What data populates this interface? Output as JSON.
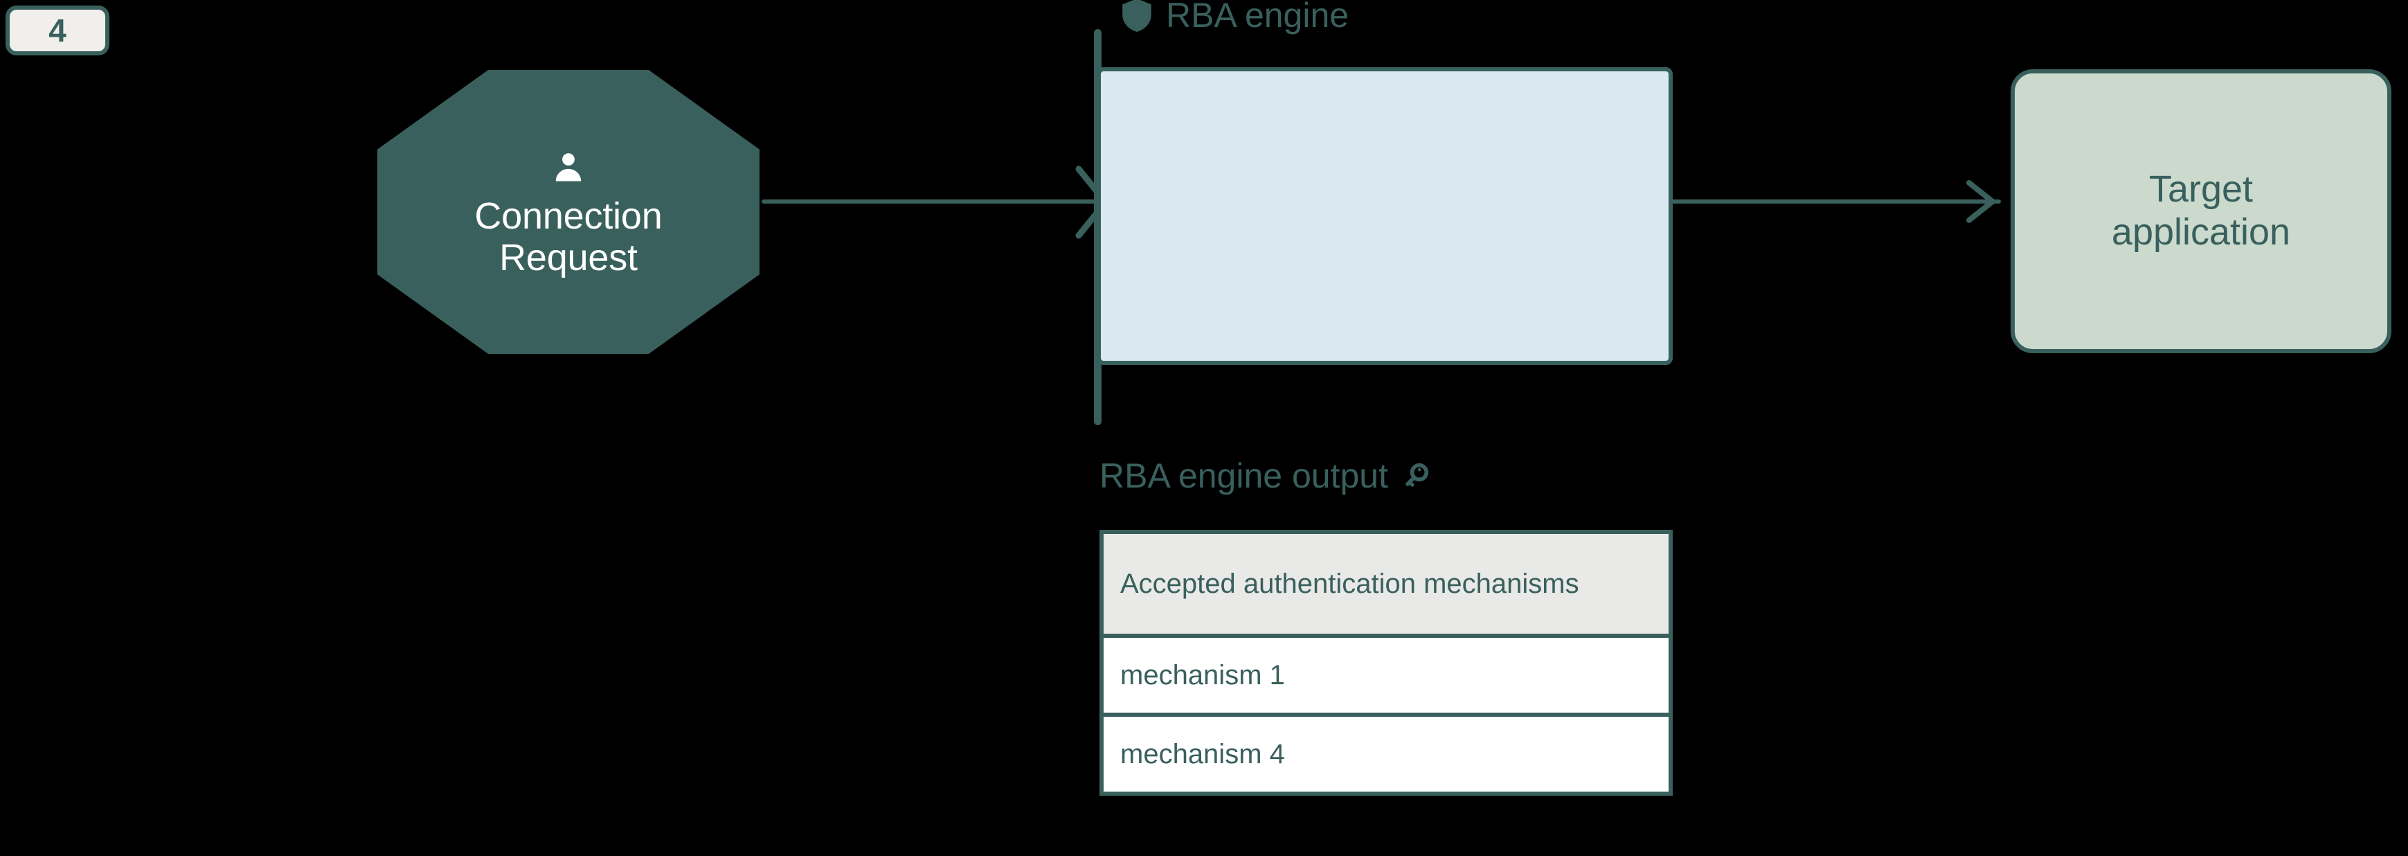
{
  "step": {
    "number": "4"
  },
  "source_node": {
    "label": "Connection\nRequest",
    "icon": "person-icon",
    "color": "#39605c",
    "text_color": "#ffffff"
  },
  "boundary": {
    "title": "RBA engine",
    "icon": "shield-icon",
    "color": "#39605c"
  },
  "process_region": {
    "fill": "#dae8f1",
    "border": "#39605c"
  },
  "connectors": [
    {
      "name": "request-to-engine",
      "marker": "crossing-chevrons"
    },
    {
      "name": "engine-to-target",
      "marker": "arrowhead"
    }
  ],
  "target_node": {
    "label": "Target\napplication",
    "fill": "#ccdace",
    "border": "#39605c",
    "text_color": "#39605c"
  },
  "output": {
    "title": "RBA engine output",
    "icon": "key-icon",
    "table": {
      "header": "Accepted authentication mechanisms",
      "rows": [
        "mechanism 1",
        "mechanism 4"
      ]
    }
  }
}
